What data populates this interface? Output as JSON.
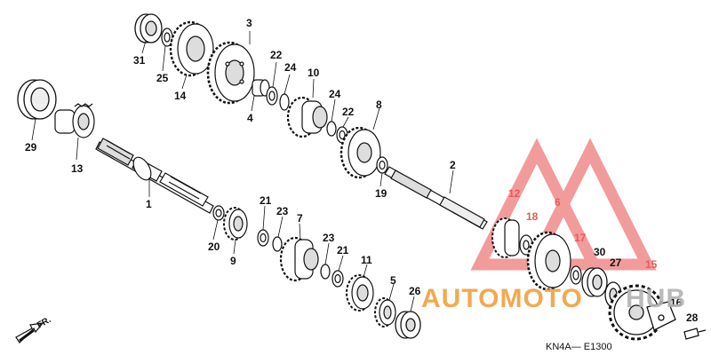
{
  "diagram": {
    "drawing_code": "KN4A— E1300",
    "direction_label": "FR.",
    "callouts": [
      "31",
      "25",
      "14",
      "3",
      "4",
      "22",
      "24",
      "10",
      "24",
      "22",
      "8",
      "19",
      "2",
      "29",
      "13",
      "1",
      "21",
      "23",
      "7",
      "20",
      "9",
      "23",
      "21",
      "11",
      "5",
      "26",
      "12",
      "18",
      "6",
      "17",
      "30",
      "27",
      "15",
      "16",
      "28"
    ]
  },
  "watermark": {
    "brand_part1": "AUTOMOTO",
    "brand_part2": "HUB",
    "colors": {
      "orange": "#f2a03c",
      "gray": "#b3b3b3",
      "red": "#e85a5a"
    }
  }
}
